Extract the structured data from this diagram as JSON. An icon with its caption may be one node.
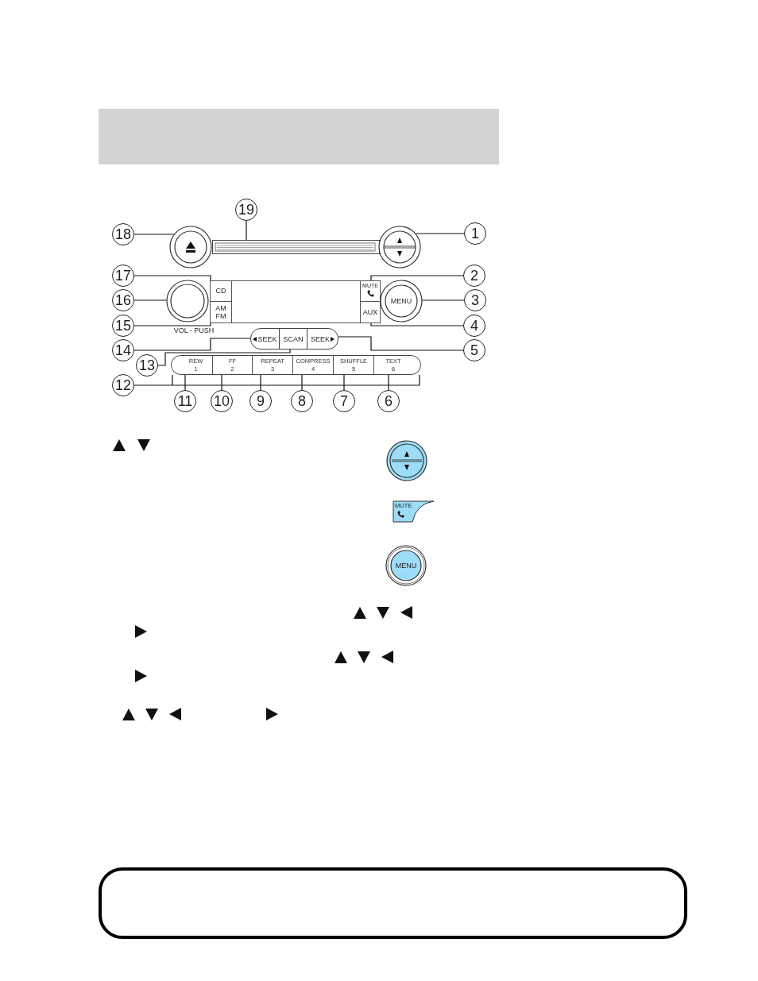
{
  "diagram": {
    "nodes": [
      {
        "text": [
          "19"
        ]
      },
      {
        "text": [
          "18"
        ]
      },
      {
        "text": [],
        "shape": "circle"
      },
      {
        "text": [],
        "shape": "bar"
      },
      {
        "text": [],
        "shape": "circle"
      },
      {
        "text": [
          "1"
        ]
      },
      {
        "text": [
          "17"
        ]
      },
      {
        "text": [
          "CD"
        ]
      },
      {
        "text": [
          "16"
        ]
      },
      {
        "text": [],
        "shape": "circle",
        "beside": [
          "VOL - PUSH"
        ]
      },
      {
        "text": [
          "AM FM"
        ]
      },
      {
        "text": [
          "15"
        ]
      },
      {
        "text": [
          "MUTE"
        ]
      },
      {
        "text": [
          "2"
        ]
      },
      {
        "text": [
          "MENU"
        ]
      },
      {
        "text": [
          "3"
        ]
      },
      {
        "text": [
          "AUX"
        ]
      },
      {
        "text": [
          "4"
        ]
      },
      {
        "text": [
          "14"
        ]
      },
      {
        "text": [
          "SEEK"
        ]
      },
      {
        "text": [
          "SCAN"
        ]
      },
      {
        "text": [
          "SEEK"
        ]
      },
      {
        "text": [
          "5"
        ]
      },
      {
        "text": [
          "13"
        ]
      },
      {
        "text": [
          "12"
        ]
      },
      {
        "text": [],
        "shape": "bar"
      },
      {
        "text": [
          "REW",
          "1"
        ],
        "in": 25
      },
      {
        "text": [
          "FF",
          "2"
        ],
        "in": 25
      },
      {
        "text": [
          "REPEAT",
          "3"
        ],
        "in": 25
      },
      {
        "text": [
          "COMPRESS",
          "4"
        ],
        "in": 25
      },
      {
        "text": [
          "SHUFFLE",
          "5"
        ],
        "in": 25
      },
      {
        "text": [
          "TEXT",
          "6"
        ],
        "in": 25
      },
      {
        "text": [
          "11"
        ]
      },
      {
        "text": [
          "10"
        ]
      },
      {
        "text": [
          "9"
        ]
      },
      {
        "text": [
          "8"
        ]
      },
      {
        "text": [
          "7"
        ]
      },
      {
        "text": [
          "6"
        ]
      },
      {
        "text": [],
        "shape": "circle"
      },
      {
        "text": [
          "MUTE"
        ]
      },
      {
        "text": [
          "MENU"
        ]
      },
      {
        "text": [],
        "shape": "box"
      }
    ],
    "edges": [
      {
        "from": 0,
        "to": 3,
        "arrow": "none"
      },
      {
        "from": 1,
        "to": 2,
        "arrow": "none"
      },
      {
        "from": 5,
        "to": 4,
        "arrow": "none"
      },
      {
        "from": 6,
        "to": 7,
        "arrow": "none"
      },
      {
        "from": 8,
        "to": 9,
        "arrow": "none"
      },
      {
        "from": 11,
        "to": 10,
        "arrow": "none"
      },
      {
        "from": 13,
        "to": 12,
        "arrow": "none"
      },
      {
        "from": 15,
        "to": 14,
        "arrow": "none"
      },
      {
        "from": 17,
        "to": 16,
        "arrow": "none"
      },
      {
        "from": 18,
        "to": 19,
        "arrow": "none"
      },
      {
        "from": 23,
        "to": 20,
        "arrow": "none"
      },
      {
        "from": 22,
        "to": 21,
        "arrow": "none"
      },
      {
        "from": 24,
        "to": 25,
        "arrow": "none"
      },
      {
        "from": 32,
        "to": 26,
        "arrow": "none"
      },
      {
        "from": 33,
        "to": 27,
        "arrow": "none"
      },
      {
        "from": 34,
        "to": 28,
        "arrow": "none"
      },
      {
        "from": 35,
        "to": 29,
        "arrow": "none"
      },
      {
        "from": 36,
        "to": 30,
        "arrow": "none"
      },
      {
        "from": 37,
        "to": 31,
        "arrow": "none"
      }
    ]
  }
}
